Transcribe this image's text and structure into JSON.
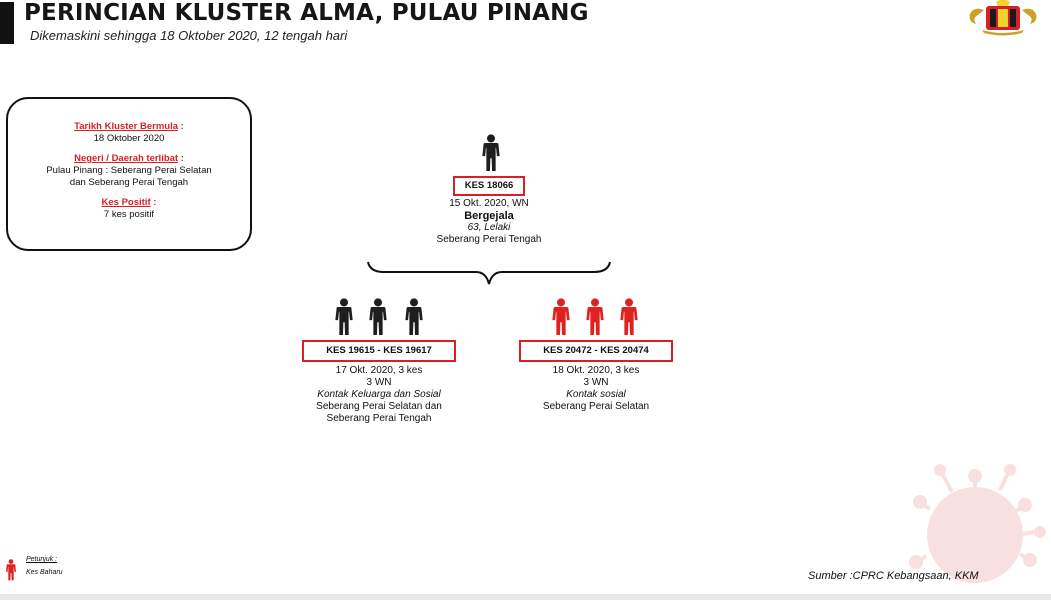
{
  "header": {
    "title": "PERINCIAN KLUSTER ALMA, PULAU PINANG",
    "subtitle": "Dikemaskini sehingga 18 Oktober 2020, 12 tengah hari"
  },
  "info": {
    "start_label": "Tarikh Kluster Bermula",
    "start_value": "18 Oktober 2020",
    "area_label": "Negeri / Daerah terlibat",
    "area_value_1": "Pulau Pinang : Seberang Perai Selatan",
    "area_value_2": "dan Seberang Perai Tengah",
    "positive_label": "Kes Positif",
    "positive_value": "7 kes positif",
    "colon": ":"
  },
  "index_case": {
    "id": "KES 18066",
    "date": "15 Okt. 2020, WN",
    "status": "Bergejala",
    "demographic": "63, Lelaki",
    "location": "Seberang Perai Tengah"
  },
  "left_group": {
    "id": "KES 19615 - KES 19617",
    "date": "17 Okt. 2020, 3 kes",
    "nationality": "3 WN",
    "contact": "Kontak Keluarga dan Sosial",
    "location_1": "Seberang Perai Selatan dan",
    "location_2": "Seberang Perai Tengah"
  },
  "right_group": {
    "id": "KES 20472 - KES 20474",
    "date": "18 Okt. 2020, 3 kes",
    "nationality": "3 WN",
    "contact": "Kontak sosial",
    "location": "Seberang Perai Selatan"
  },
  "legend": {
    "title": "Petunjuk :",
    "label": "Kes Baharu"
  },
  "source": "Sumber :CPRC Kebangsaan,  KKM",
  "colors": {
    "existing_case": "#1e1e1e",
    "new_case": "#e0221f",
    "accent": "#d61f26"
  },
  "icons": {
    "person": "person-icon",
    "new_person": "person-icon-red",
    "logo": "ministry-crest-logo",
    "virus": "virus-watermark"
  }
}
